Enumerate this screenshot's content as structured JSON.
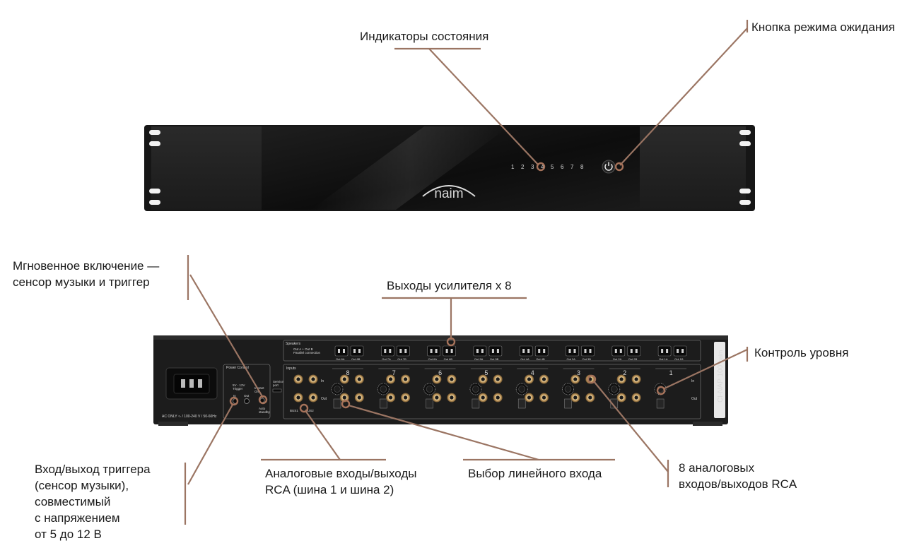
{
  "labels": {
    "status_indicators": "Индикаторы состояния",
    "standby_button": "Кнопка режима ожидания",
    "instant_on": "Мгновенное включение —\nсенсор музыки и триггер",
    "amp_outputs": "Выходы усилителя x 8",
    "level_control": "Контроль уровня",
    "trigger_io": "Вход/выход триггера\n(сенсор музыки),\nсовместимый\nс напряжением\nот 5 до 12 В",
    "analog_rca_bus": "Аналоговые входы/выходы\nRCA (шина 1 и шина 2)",
    "line_input_select": "Выбор линейного входа",
    "analog_rca_8": "8 аналоговых\nвходов/выходов RCA"
  },
  "front_panel": {
    "logo": "naim",
    "status_numbers": [
      "1",
      "2",
      "3",
      "4",
      "5",
      "6",
      "7",
      "8"
    ]
  },
  "rear_panel": {
    "speakers_title": "Speakers",
    "speakers_note": "Out A + Out B\nParallel connection",
    "speaker_pairs": [
      [
        "Out 8A",
        "Out 8B"
      ],
      [
        "Out 7A",
        "Out 7B"
      ],
      [
        "Out 6A",
        "Out 6B"
      ],
      [
        "Out 5A",
        "Out 5B"
      ],
      [
        "Out 4A",
        "Out 4B"
      ],
      [
        "Out 3A",
        "Out 3B"
      ],
      [
        "Out 2A",
        "Out 2B"
      ],
      [
        "Out 1A",
        "Out 1B"
      ]
    ],
    "inputs_title": "Inputs",
    "channel_numbers": [
      "8",
      "7",
      "6",
      "5",
      "4",
      "3",
      "2",
      "1"
    ],
    "in_label": "In",
    "out_label": "Out",
    "bus_labels": [
      "BUS1",
      "BUS2"
    ],
    "power_control_title": "Power Control",
    "trigger_label": "5V - 12V\nTrigger",
    "trigger_in": "In",
    "trigger_out": "Out",
    "instant_on_label": "Instant\nOn",
    "service_port": "Service\nport",
    "auto_standby": "Auto\nstandby",
    "ac_text": "AC ONLY ∿ / 100-240 V / 50-60Hz",
    "model": "CI-NAP 100",
    "logo": "naim"
  },
  "colors": {
    "leader_line": "#9b7563",
    "marker": "#a5725a",
    "chassis": "#141414"
  }
}
